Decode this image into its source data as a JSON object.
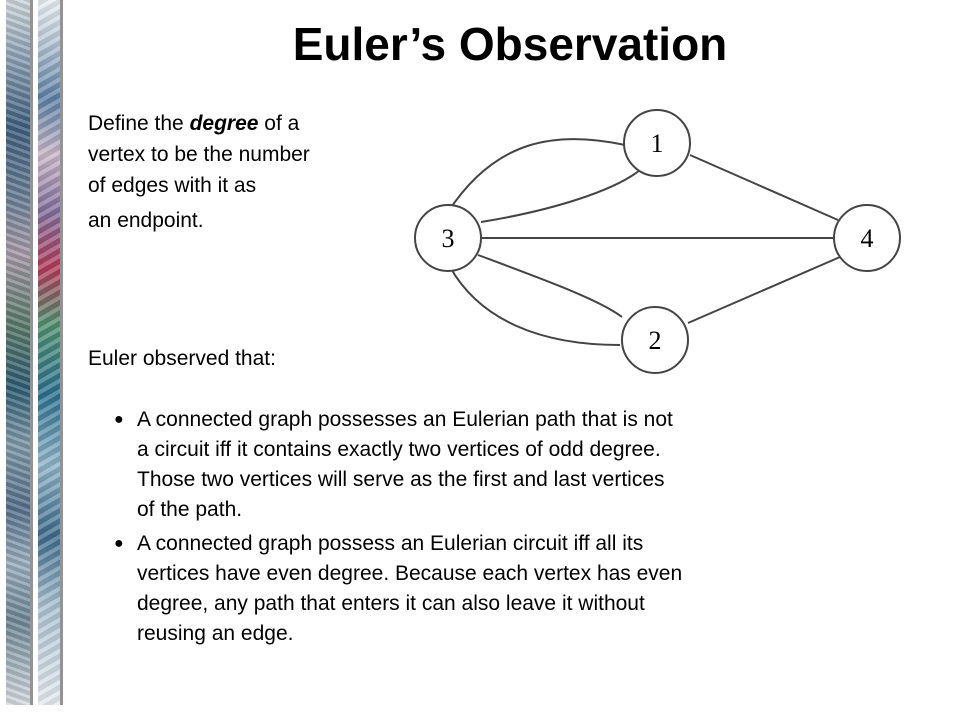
{
  "slide": {
    "title": "Euler’s Observation",
    "definition": {
      "part1": "Define the ",
      "emphasis": "degree",
      "part2": " of a",
      "line2": "vertex to be the number",
      "line3": "of edges with it as",
      "line4": "an endpoint."
    },
    "observed_intro": "Euler observed that:",
    "bullets": [
      {
        "marker": "●",
        "lines": [
          "A connected graph possesses an Eulerian path that is not",
          "a circuit iff it contains exactly two vertices of odd degree.",
          "Those two vertices will serve as the first and last vertices",
          "of the path."
        ]
      },
      {
        "marker": "●",
        "lines": [
          "A connected graph possess an Eulerian circuit iff all its",
          "vertices have even degree.  Because each vertex has even",
          "degree, any path that enters it can also leave it without",
          "reusing an edge."
        ]
      }
    ]
  },
  "graph": {
    "vertices": [
      "1",
      "2",
      "3",
      "4"
    ],
    "edges": [
      [
        "3",
        "1"
      ],
      [
        "3",
        "1"
      ],
      [
        "3",
        "4"
      ],
      [
        "3",
        "2"
      ],
      [
        "3",
        "2"
      ],
      [
        "1",
        "4"
      ],
      [
        "2",
        "4"
      ]
    ]
  }
}
